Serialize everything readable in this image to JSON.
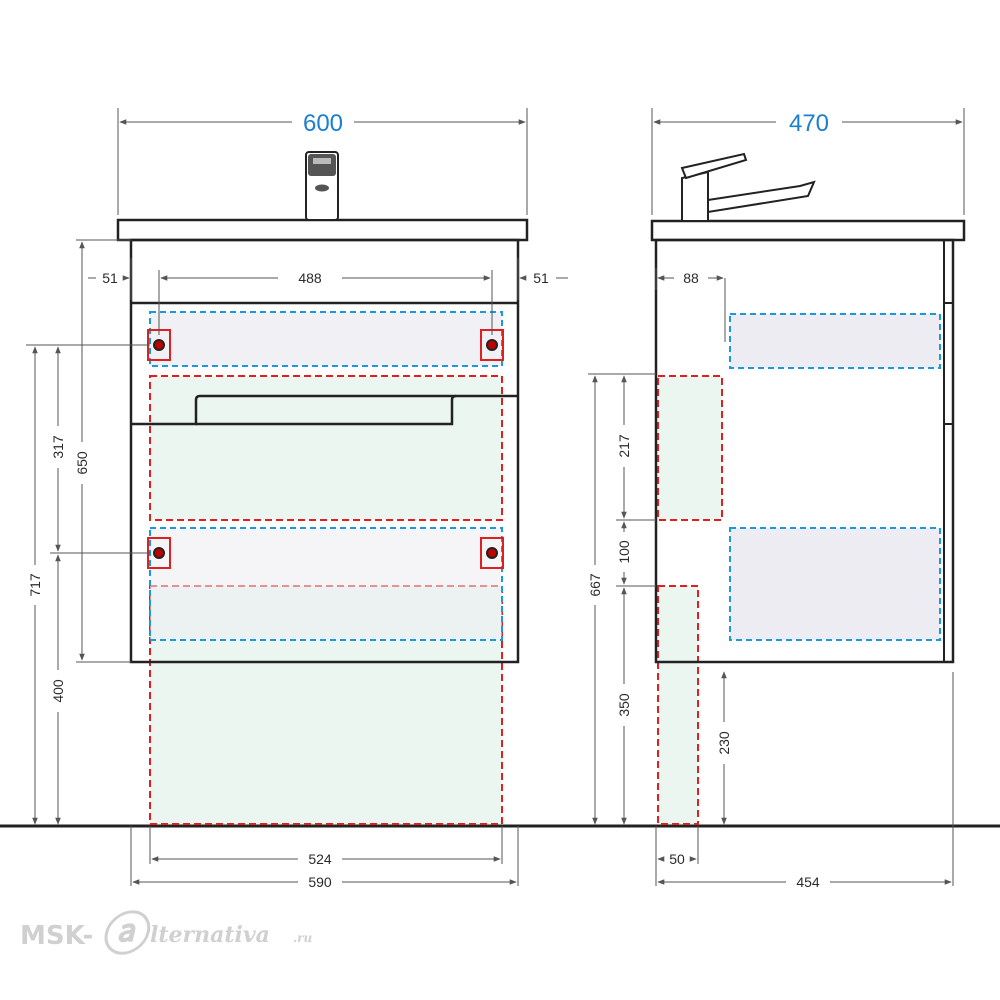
{
  "colors": {
    "line": "#222222",
    "dim": "#555555",
    "accent": "#1a7fd0",
    "red": "#e02020",
    "blue": "#1a9ad8",
    "fill_mint": "#eaf6ef",
    "fill_grey": "#ececf2"
  },
  "front": {
    "width_top": "600",
    "screw_left": "51",
    "screw_mid": "488",
    "screw_right": "51",
    "h317": "317",
    "h650": "650",
    "h717": "717",
    "h400": "400",
    "w524": "524",
    "w590": "590"
  },
  "side": {
    "width_top": "470",
    "d88": "88",
    "h217": "217",
    "h100": "100",
    "h667": "667",
    "h350": "350",
    "h230": "230",
    "w50": "50",
    "w454": "454"
  },
  "watermark": {
    "prefix": "MSK-",
    "logo": "ⓐ",
    "suffix": "lternativa",
    "tld": ".ru"
  }
}
